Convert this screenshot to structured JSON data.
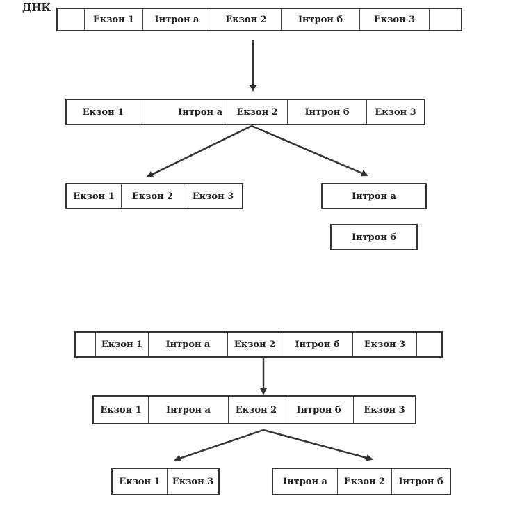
{
  "dna_label": "ДНК",
  "diagram1": {
    "row1": [
      "",
      "Екзон 1",
      "Інтрон а",
      "Екзон 2",
      "Інтрон б",
      "Екзон 3",
      ""
    ],
    "row2": [
      "Екзон 1",
      "Інтрон а",
      "Екзон 2",
      "Інтрон б",
      "Екзон  3"
    ],
    "left": [
      "Екзон 1",
      "Екзон 2",
      "Екзон 3"
    ],
    "right_a": [
      "Інтрон а"
    ],
    "right_b": [
      "Інтрон б"
    ]
  },
  "diagram2": {
    "row1": [
      "",
      "Екзон 1",
      "Інтрон а",
      "Екзон 2",
      "Інтрон б",
      "Екзон 3",
      ""
    ],
    "row2": [
      "Екзон 1",
      "Інтрон а",
      "Екзон 2",
      "Інтрон б",
      "Екзон 3"
    ],
    "left": [
      "Екзон 1",
      "Екзон 3"
    ],
    "right": [
      "Інтрон а",
      "Екзон 2",
      "Інтрон б"
    ]
  }
}
